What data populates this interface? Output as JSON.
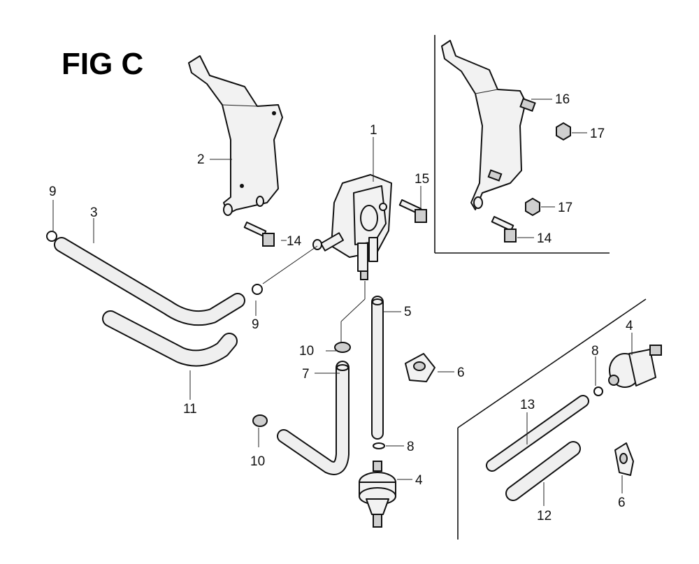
{
  "figure": {
    "title": "FIG C"
  },
  "callouts": [
    {
      "id": "c1",
      "label": "1"
    },
    {
      "id": "c2",
      "label": "2"
    },
    {
      "id": "c3",
      "label": "3"
    },
    {
      "id": "c4a",
      "label": "4"
    },
    {
      "id": "c4b",
      "label": "4"
    },
    {
      "id": "c5",
      "label": "5"
    },
    {
      "id": "c6a",
      "label": "6"
    },
    {
      "id": "c6b",
      "label": "6"
    },
    {
      "id": "c7",
      "label": "7"
    },
    {
      "id": "c8a",
      "label": "8"
    },
    {
      "id": "c8b",
      "label": "8"
    },
    {
      "id": "c9a",
      "label": "9"
    },
    {
      "id": "c9b",
      "label": "9"
    },
    {
      "id": "c10a",
      "label": "10"
    },
    {
      "id": "c10b",
      "label": "10"
    },
    {
      "id": "c11",
      "label": "11"
    },
    {
      "id": "c12",
      "label": "12"
    },
    {
      "id": "c13",
      "label": "13"
    },
    {
      "id": "c14a",
      "label": "14"
    },
    {
      "id": "c14b",
      "label": "14"
    },
    {
      "id": "c15",
      "label": "15"
    },
    {
      "id": "c16",
      "label": "16"
    },
    {
      "id": "c17a",
      "label": "17"
    },
    {
      "id": "c17b",
      "label": "17"
    }
  ]
}
